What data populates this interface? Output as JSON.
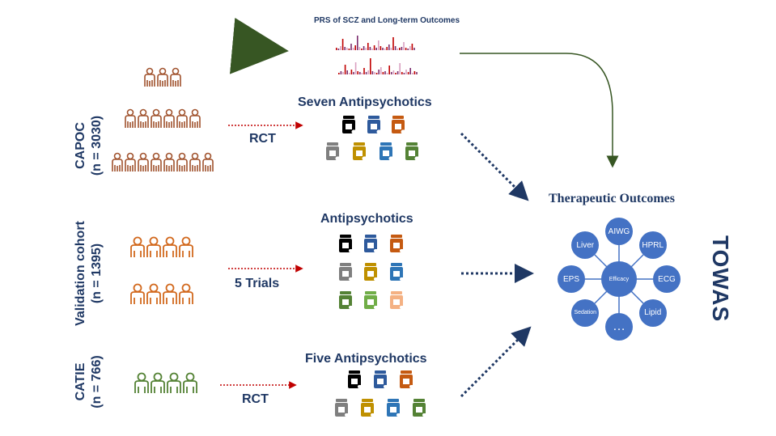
{
  "cohorts": [
    {
      "name": "CAPOC",
      "n": "(n = 3030)",
      "trial_label": "RCT",
      "drug_title": "Seven Antipsychotics",
      "color": "#a0522d"
    },
    {
      "name": "Validation cohort",
      "n": "(n = 1395)",
      "trial_label": "5 Trials",
      "drug_title": "Antipsychotics",
      "color": "#d2691e"
    },
    {
      "name": "CATIE",
      "n": "(n = 766)",
      "trial_label": "RCT",
      "drug_title": "Five Antipsychotics",
      "color": "#548235"
    }
  ],
  "prs_title": "PRS of SCZ and Long-term Outcomes",
  "outcomes": {
    "title": "Therapeutic Outcomes",
    "center": "Efficacy",
    "nodes": [
      "AIWG",
      "HPRL",
      "ECG",
      "Lipid",
      "…",
      "Sedation",
      "EPS",
      "Liver"
    ]
  },
  "method": "TOWAS",
  "colors": {
    "navy": "#1f3864",
    "node": "#4472c4",
    "green_arrow": "#375623",
    "dotted": "#c00000"
  }
}
